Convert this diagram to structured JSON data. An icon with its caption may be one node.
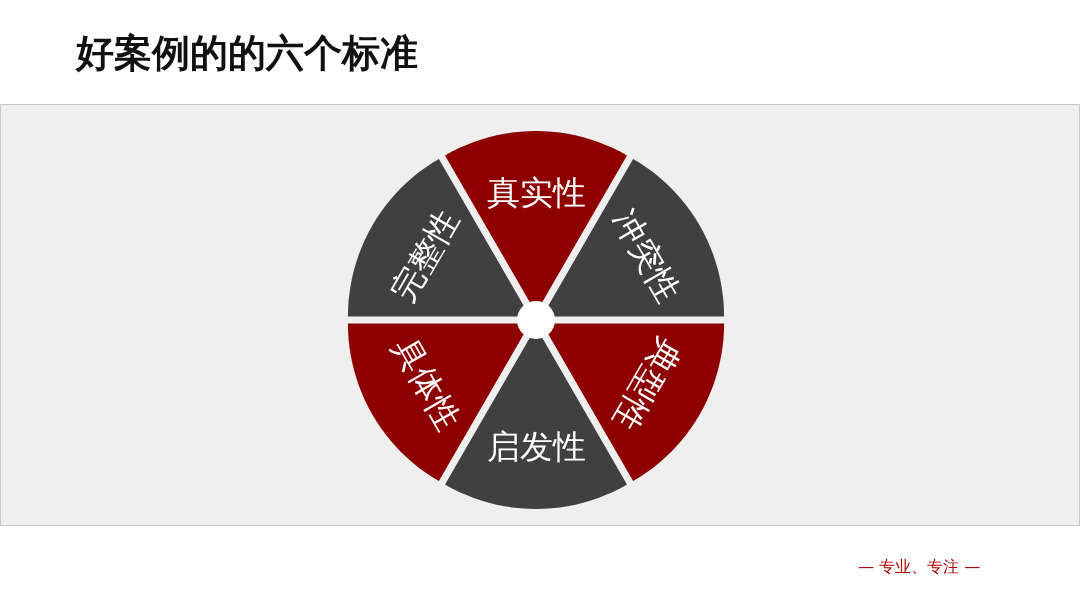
{
  "diagram": {
    "title": "好案例的的六个标准",
    "nodes": [
      {
        "text": [
          "真实性"
        ]
      },
      {
        "text": [
          "冲突性"
        ]
      },
      {
        "text": [
          "典型性"
        ]
      },
      {
        "text": [
          "启发性"
        ]
      },
      {
        "text": [
          "具体性"
        ]
      },
      {
        "text": [
          "完整性"
        ]
      }
    ],
    "labels": [
      "— 专业、专注 —"
    ]
  }
}
